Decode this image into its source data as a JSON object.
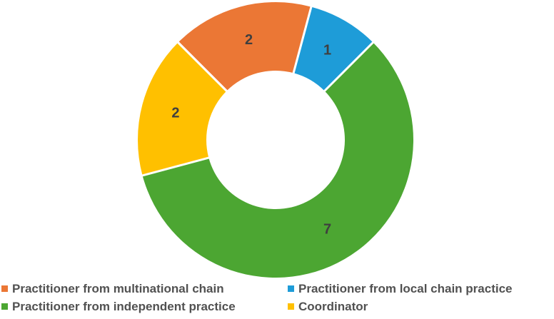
{
  "chart_data": {
    "type": "pie",
    "subtype": "donut",
    "title": "",
    "series": [
      {
        "label": "Practitioner from multinational chain",
        "value": 2,
        "color": "#EB7735"
      },
      {
        "label": "Practitioner from local chain practice",
        "value": 1,
        "color": "#1E9CD8"
      },
      {
        "label": "Practitioner from independent practice",
        "value": 7,
        "color": "#4CA632"
      },
      {
        "label": "Coordinator",
        "value": 2,
        "color": "#FFC000"
      }
    ],
    "total": 12,
    "start_angle_deg": -45,
    "direction": "clockwise",
    "inner_radius_ratio": 0.5,
    "data_labels": [
      2,
      1,
      7,
      2
    ],
    "data_label_color": "#3f3f3f",
    "separator_color": "#ffffff",
    "legend_position": "bottom",
    "legend_text_color": "#515151",
    "background_color": "#ffffff"
  }
}
